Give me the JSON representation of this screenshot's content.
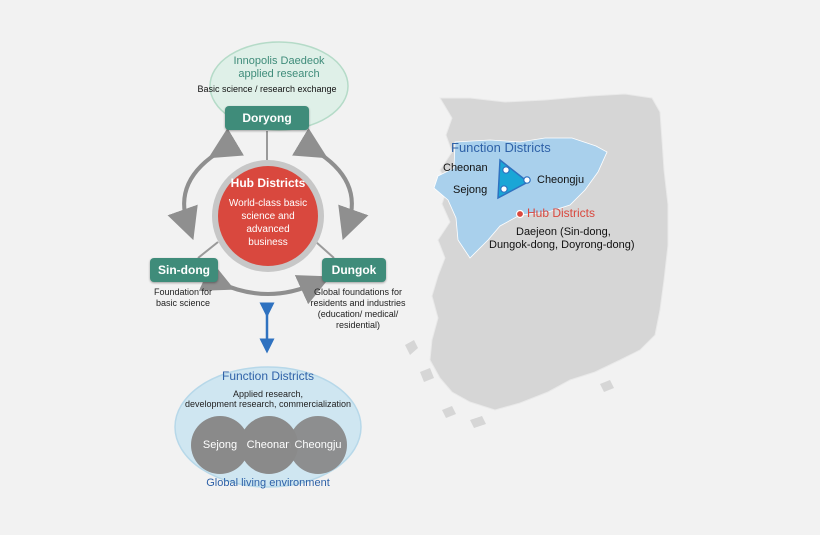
{
  "innopolis": {
    "title_line1": "Innopolis Daedeok",
    "title_line2": "applied research",
    "subtitle": "Basic science / research exchange"
  },
  "hub": {
    "title": "Hub Districts",
    "desc_line1": "World-class basic",
    "desc_line2": "science and",
    "desc_line3": "advanced",
    "desc_line4": "business"
  },
  "nodes": {
    "doryong": "Doryong",
    "sindong": "Sin-dong",
    "dungok": "Dungok"
  },
  "sindong_desc": {
    "line1": "Foundation for",
    "line2": "basic science"
  },
  "dungok_desc": {
    "line1": "Global foundations for",
    "line2": "residents and industries",
    "line3": "(education/ medical/",
    "line4": "residential)"
  },
  "function_panel": {
    "title": "Function Districts",
    "desc_line1": "Applied research,",
    "desc_line2": "development research, commercialization",
    "cities": [
      "Sejong",
      "Cheonan",
      "Cheongju"
    ],
    "footer": "Global living environment"
  },
  "map": {
    "function_title": "Function Districts",
    "cheonan": "Cheonan",
    "sejong": "Sejong",
    "cheongju": "Cheongju",
    "hub_title": "Hub Districts",
    "daejeon_line1": "Daejeon (Sin-dong,",
    "daejeon_line2": "Dungok-dong, Doyrong-dong)"
  },
  "colors": {
    "teal": "#3f8c7a",
    "hub_red": "#d9483e",
    "blue": "#2f62a8",
    "light_blue": "#a9d0ec",
    "map_gray": "#d6d6d6",
    "arrow_gray": "#8f8f8f"
  }
}
